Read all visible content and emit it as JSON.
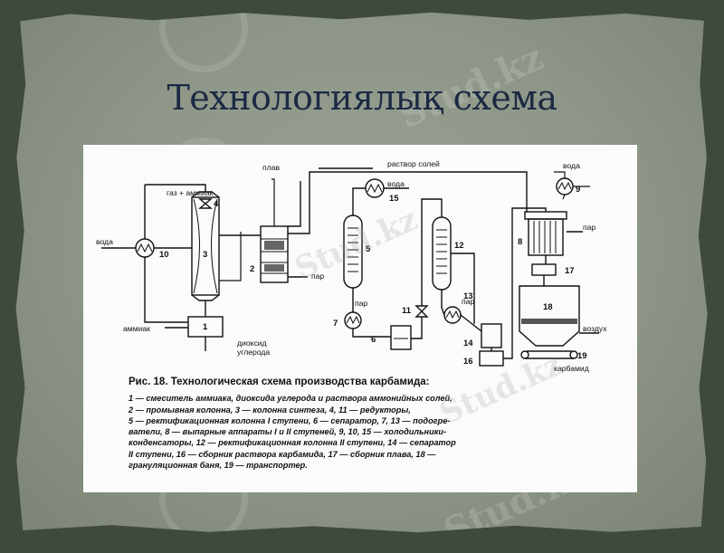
{
  "slide": {
    "title": "Технологиялық схема",
    "watermark": "Stud.kz",
    "colors": {
      "background": "#3f4a3f",
      "paper": "#8d9687",
      "title": "#1b2a44"
    }
  },
  "diagram": {
    "labels": {
      "plav": "плав",
      "rastvor_soley": "раствор солей",
      "voda_top": "вода",
      "voda_right": "вода",
      "gaz_ammiak": "газ + аммиак",
      "voda_left": "вода",
      "par_2": "пар",
      "par_8": "пар",
      "par_7": "пар",
      "par_13": "пар",
      "ammiak": "аммиак",
      "dioksid": "диоксид",
      "ugleroda": "углерода",
      "vozduh": "воздух",
      "karbamid": "карбамид"
    },
    "numbers": {
      "n1": "1",
      "n2": "2",
      "n3": "3",
      "n4": "4",
      "n5": "5",
      "n6": "6",
      "n7": "7",
      "n8": "8",
      "n9": "9",
      "n10": "10",
      "n11": "11",
      "n12": "12",
      "n13": "13",
      "n14": "14",
      "n15": "15",
      "n16": "16",
      "n17": "17",
      "n18": "18",
      "n19": "19"
    }
  },
  "caption": {
    "fig_number": "Рис. 18.",
    "title": "Технологическая схема производства карбамида:",
    "lines": [
      "1 — смеситель аммиака, диоксида углерода и раствора аммонийных солей,",
      "2 — промывная колонна, 3 — колонна синтеза, 4, 11 — редукторы,",
      "5 — ректификационная колонна I ступени, 6 — сепаратор, 7, 13 — подогре-",
      "ватели, 8 — выпарные аппараты I и II ступеней, 9, 10, 15 — холодильники-",
      "конденсаторы, 12 — ректификационная колонна II ступени, 14 — сепаратор",
      "II ступени, 16 — сборник раствора карбамида, 17 — сборник плава, 18 —",
      "грануляционная баня, 19 — транспортер."
    ]
  }
}
